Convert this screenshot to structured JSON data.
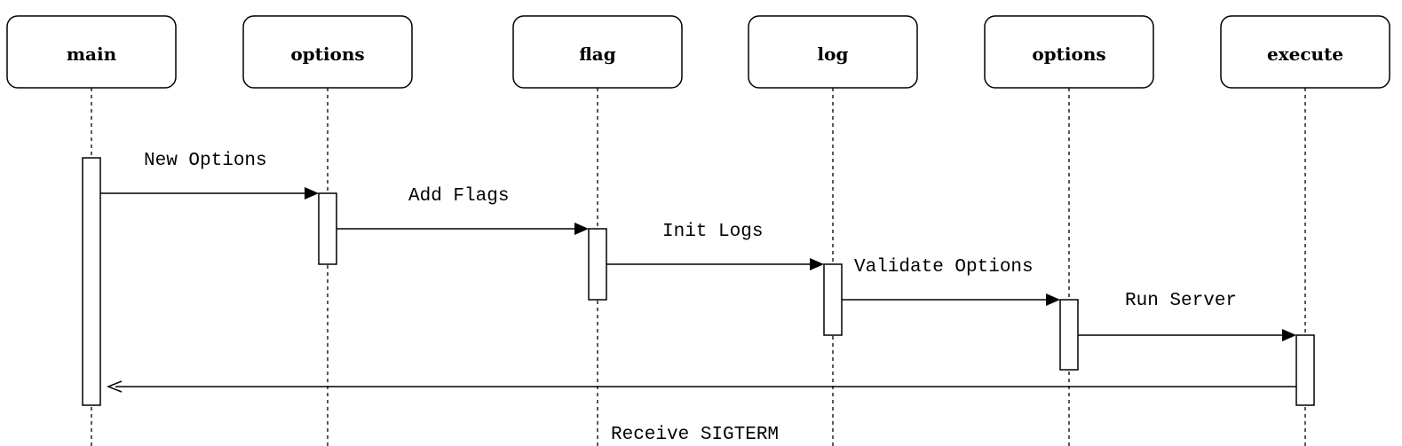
{
  "participants": [
    {
      "id": "main",
      "label": "main"
    },
    {
      "id": "options1",
      "label": "options"
    },
    {
      "id": "flag",
      "label": "flag"
    },
    {
      "id": "log",
      "label": "log"
    },
    {
      "id": "options2",
      "label": "options"
    },
    {
      "id": "execute",
      "label": "execute"
    }
  ],
  "messages": [
    {
      "from": "main",
      "to": "options1",
      "label": "New Options"
    },
    {
      "from": "options1",
      "to": "flag",
      "label": "Add Flags"
    },
    {
      "from": "flag",
      "to": "log",
      "label": "Init Logs"
    },
    {
      "from": "log",
      "to": "options2",
      "label": "Validate Options"
    },
    {
      "from": "options2",
      "to": "execute",
      "label": "Run Server"
    },
    {
      "from": "execute",
      "to": "main",
      "label": "Receive SIGTERM"
    }
  ]
}
